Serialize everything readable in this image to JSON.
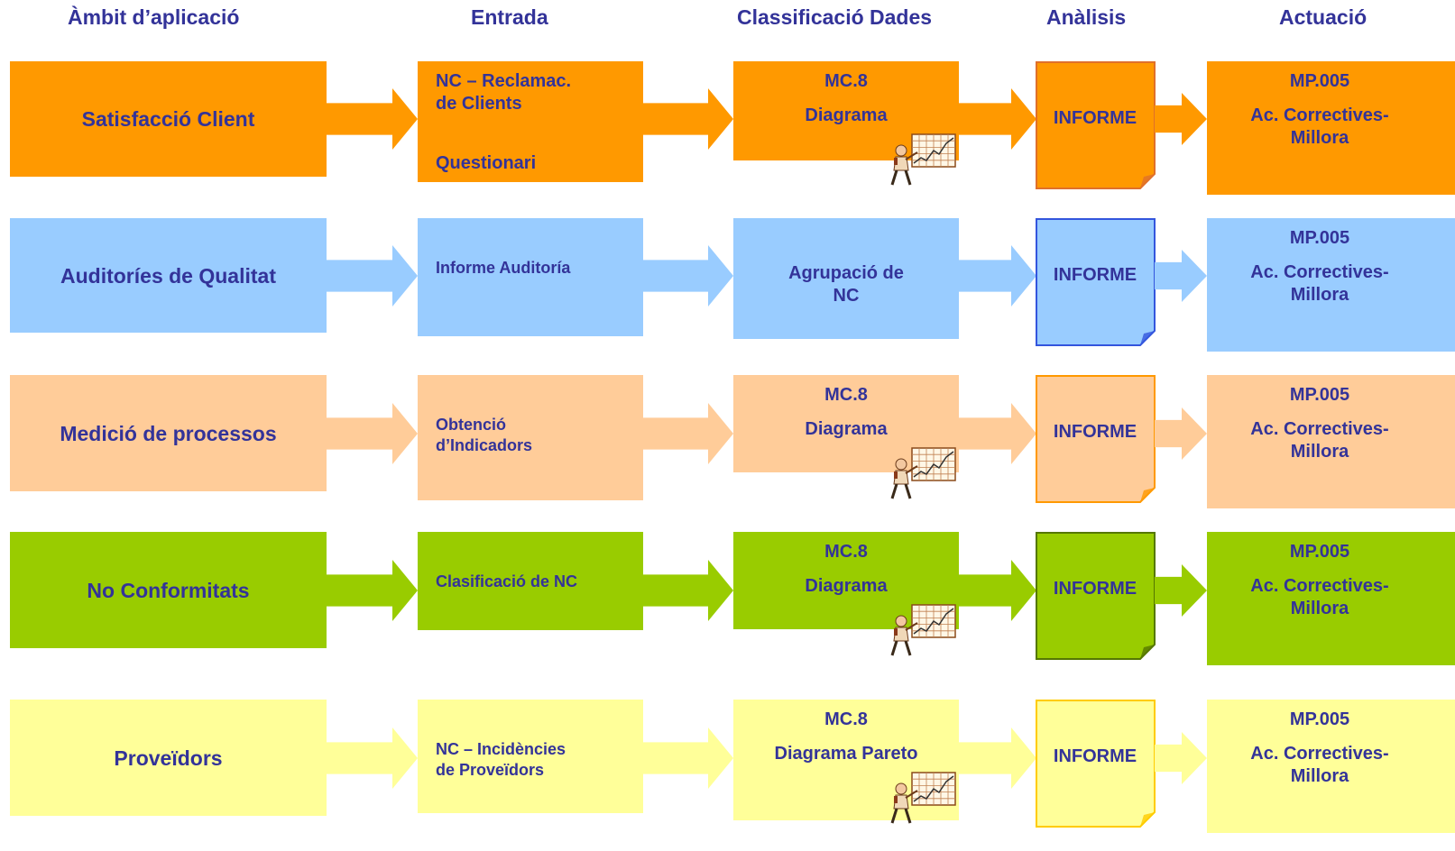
{
  "headers": {
    "scope": "Àmbit d’aplicació",
    "input": "Entrada",
    "classification": "Classificació Dades",
    "analysis": "Anàlisis",
    "action": "Actuació"
  },
  "rows": [
    {
      "scope": "Satisfacció Client",
      "input_line1": "NC – Reclamac.",
      "input_line2": "de Clients",
      "input_line3": "Questionari",
      "class_line1": "MC.8",
      "class_line2": "Diagrama",
      "analysis": "INFORME",
      "action_code": "MP.005",
      "action_line1": "Ac. Correctives-",
      "action_line2": "Millora",
      "color": "#ff9900",
      "doc_border": "#e0702a"
    },
    {
      "scope": "Auditoríes de Qualitat",
      "input_line1": "Informe Auditoría",
      "class_line1": "Agrupació de",
      "class_line2": "NC",
      "analysis": "INFORME",
      "action_code": "MP.005",
      "action_line1": "Ac. Correctives-",
      "action_line2": "Millora",
      "color": "#99ccff",
      "doc_border": "#3355dd"
    },
    {
      "scope": "Medició de processos",
      "input_line1": "Obtenció",
      "input_line2": "d’Indicadors",
      "class_line1": "MC.8",
      "class_line2": "Diagrama",
      "analysis": "INFORME",
      "action_code": "MP.005",
      "action_line1": "Ac. Correctives-",
      "action_line2": "Millora",
      "color": "#ffcc99",
      "doc_border": "#ff9900"
    },
    {
      "scope": "No Conformitats",
      "input_line1": "Clasificació de NC",
      "class_line1": "MC.8",
      "class_line2": "Diagrama",
      "analysis": "INFORME",
      "action_code": "MP.005",
      "action_line1": "Ac. Correctives-",
      "action_line2": "Millora",
      "color": "#99cc00",
      "doc_border": "#557700"
    },
    {
      "scope": "Proveïdors",
      "input_line1": "NC – Incidències",
      "input_line2": "de Proveïdors",
      "class_line1": "MC.8",
      "class_line2": "Diagrama Pareto",
      "analysis": "INFORME",
      "action_code": "MP.005",
      "action_line1": "Ac. Correctives-",
      "action_line2": "Millora",
      "color": "#ffff99",
      "doc_border": "#ffcc00"
    }
  ],
  "icons": {
    "presenter": "presenter-chart-icon",
    "document": "document-icon",
    "arrow": "arrow-right-icon"
  }
}
